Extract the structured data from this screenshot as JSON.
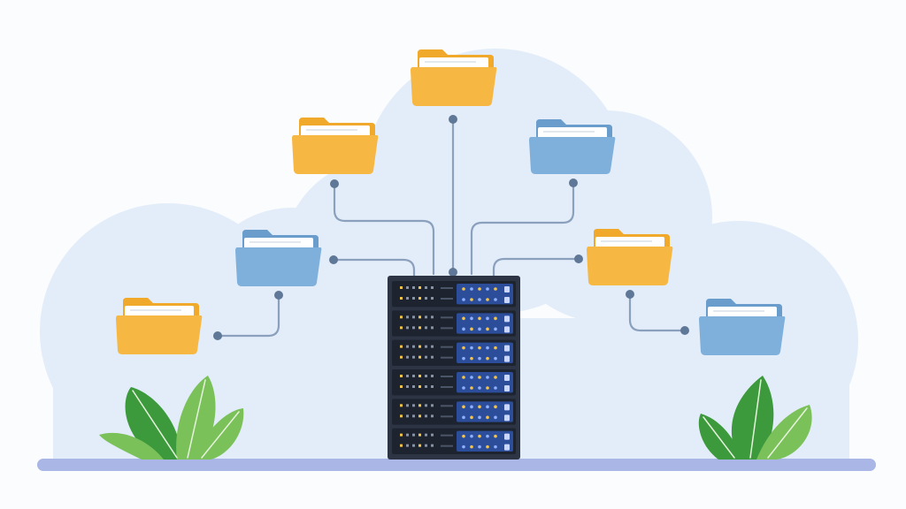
{
  "colors": {
    "background": "#fbfcfe",
    "cloud": "#e3edf9",
    "ground": "#a9b6e6",
    "connector": "#8aa0bd",
    "folder_orange": "#f6b843",
    "folder_orange_tab": "#f0a92a",
    "folder_blue": "#7eb0db",
    "folder_blue_tab": "#6a9ccc",
    "server_body": "#2d3545",
    "server_unit": "#1d2430",
    "server_panel": "#2c4e9a",
    "led_yellow": "#f3c34a",
    "led_blue": "#8fb0ff",
    "leaf_dark": "#3c9a3c",
    "leaf_light": "#7bc15a"
  },
  "folders": [
    {
      "name": "folder-top-center",
      "color": "orange"
    },
    {
      "name": "folder-upper-left",
      "color": "orange"
    },
    {
      "name": "folder-upper-right",
      "color": "blue"
    },
    {
      "name": "folder-middle-left",
      "color": "blue"
    },
    {
      "name": "folder-middle-right",
      "color": "orange"
    },
    {
      "name": "folder-lower-left",
      "color": "orange"
    },
    {
      "name": "folder-lower-right",
      "color": "blue"
    }
  ],
  "server": {
    "units": 6
  },
  "plants": [
    "plant-left",
    "plant-right"
  ]
}
